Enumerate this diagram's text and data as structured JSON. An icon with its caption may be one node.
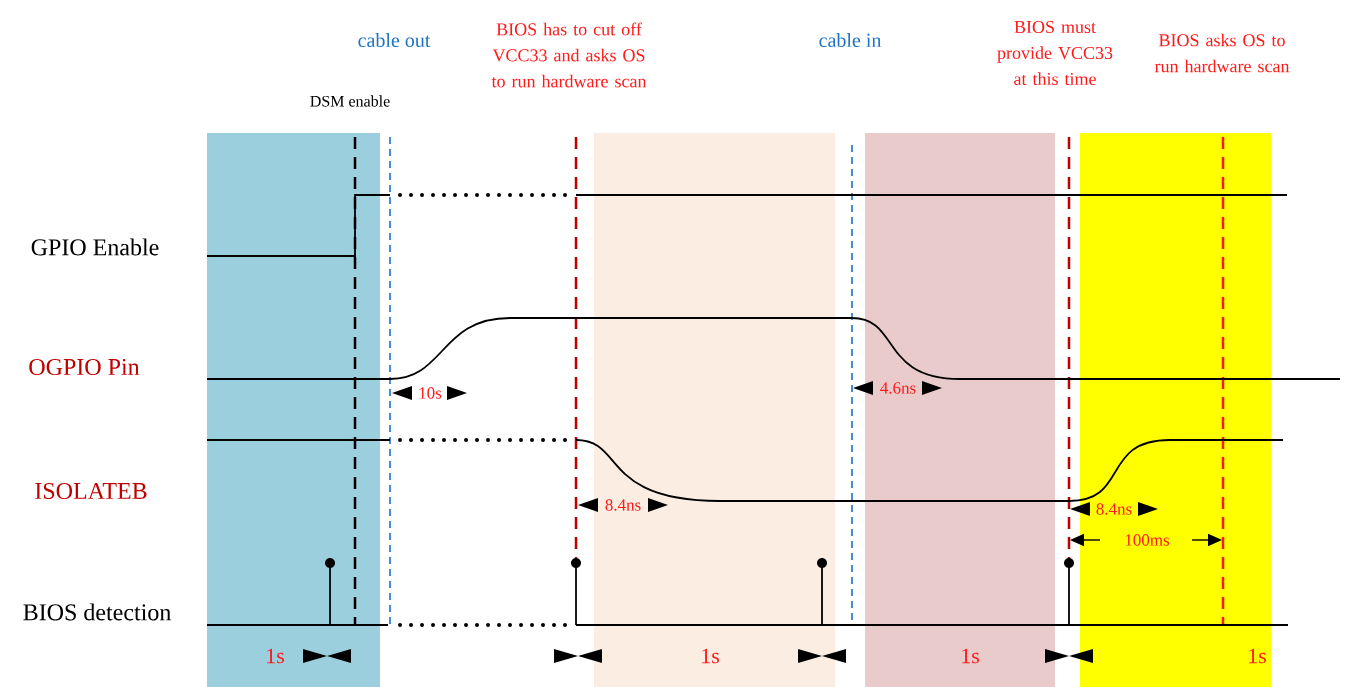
{
  "diagram": {
    "labels": [
      "BIOS has to cut off VCC33 and asks OS to run hardware scan",
      "BIOS must provide VCC33 at this time",
      "BIOS asks OS to run hardware scan",
      "cable out",
      "cable in",
      "DSM enable",
      "GPIO Enable",
      "OGPIO Pin",
      "10s",
      "4.6ns",
      "ISOLATEB",
      "8.4ns",
      "8.4ns",
      "100ms",
      "BIOS detection",
      "1s",
      "1s",
      "1s",
      "1s"
    ]
  }
}
